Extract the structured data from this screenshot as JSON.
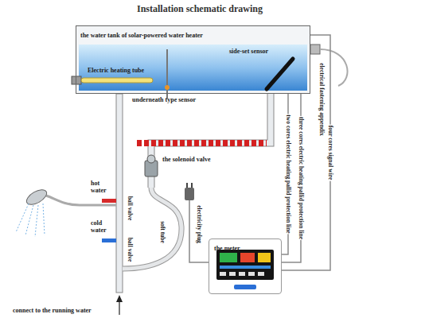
{
  "diagram": {
    "title": "Installation schematic drawing",
    "nodes": [
      {
        "text": [
          "the water tank of solar-powered water heater"
        ]
      },
      {
        "text": [
          "the meter"
        ]
      }
    ],
    "edges": [
      {
        "from": 1,
        "to": 0,
        "arrow": "none",
        "label": "two cores electric heating pallid protection line"
      },
      {
        "from": 1,
        "to": 0,
        "arrow": "none",
        "label": "three cores electric heating pallid protection line"
      },
      {
        "from": 1,
        "to": 0,
        "arrow": "none",
        "label": "four cores signal wire"
      }
    ],
    "labels": [
      "side-set sensor",
      "electrical fastening appendix",
      "Electric heating tube",
      "underneath type sensor",
      "the solenoid valve",
      "hot water",
      "cold water",
      "ball valve",
      "ball valve",
      "soft tube",
      "electricity plug",
      "connect to the running water"
    ]
  }
}
